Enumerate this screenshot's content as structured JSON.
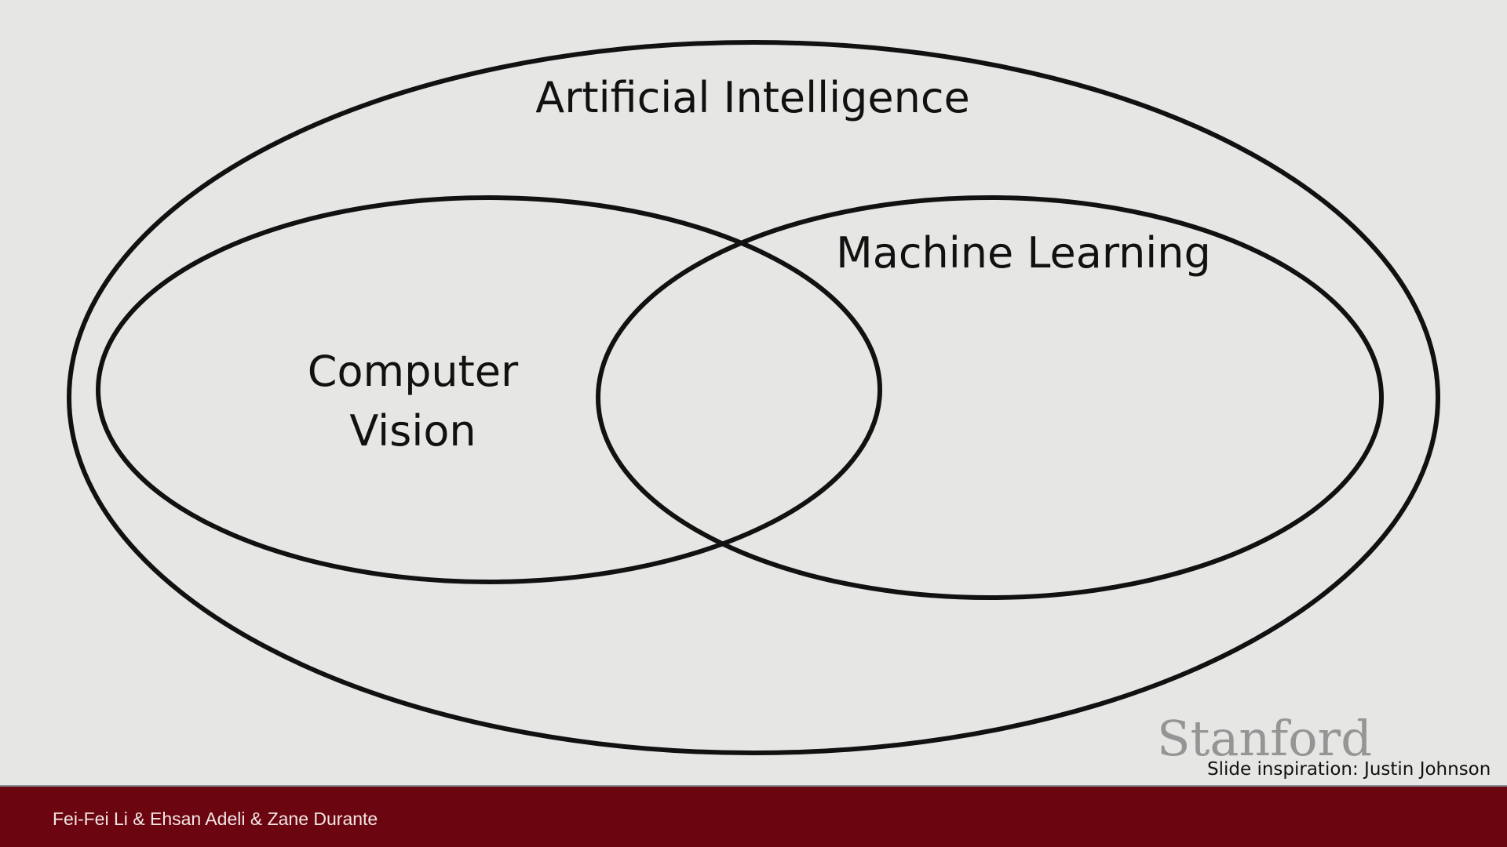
{
  "diagram": {
    "outer_label": "Artificial Intelligence",
    "left_label_line1": "Computer",
    "left_label_line2": "Vision",
    "right_label": "Machine Learning"
  },
  "logo": "Stanford",
  "credit": "Slide inspiration: Justin Johnson",
  "footer": {
    "authors": "Fei-Fei Li & Ehsan Adeli & Zane Durante"
  },
  "colors": {
    "background": "#e6e6e4",
    "footer": "#6b0610",
    "stroke": "#111111"
  }
}
